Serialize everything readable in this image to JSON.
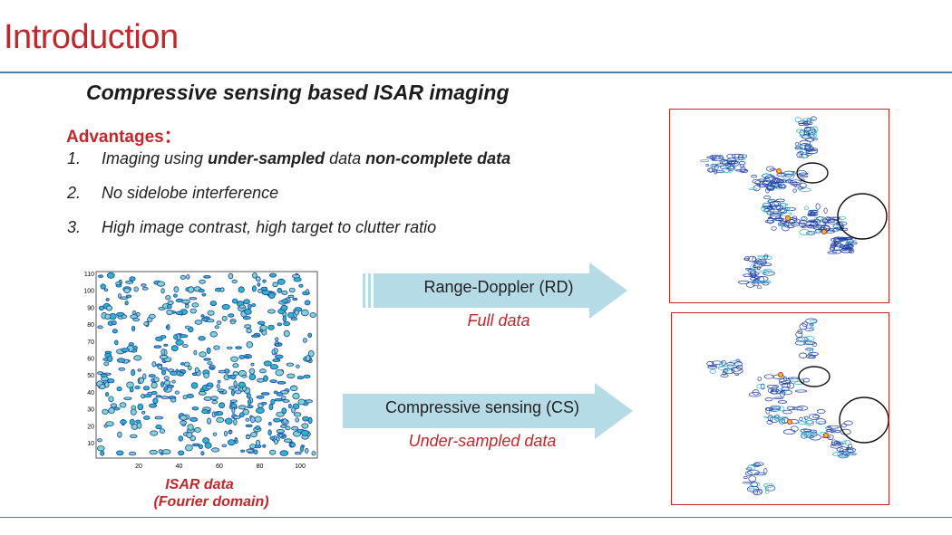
{
  "slide": {
    "title": "Introduction",
    "subtitle": "Compressive sensing based ISAR imaging",
    "advantages_heading": "Advantages：",
    "advantages": [
      {
        "num": "1.",
        "parts": [
          {
            "text": "Imaging using ",
            "bold": false
          },
          {
            "text": "under-sampled",
            "bold": true
          },
          {
            "text": " data ",
            "bold": false
          },
          {
            "text": "non-complete data",
            "bold": true
          }
        ]
      },
      {
        "num": "2.",
        "parts": [
          {
            "text": "No sidelobe interference",
            "bold": false
          }
        ]
      },
      {
        "num": "3.",
        "parts": [
          {
            "text": "High image contrast, high target to clutter ratio",
            "bold": false
          }
        ]
      }
    ],
    "arrows": [
      {
        "label": "Range-Doppler (RD)",
        "sub": "Full data"
      },
      {
        "label": "Compressive sensing (CS)",
        "sub": "Under-sampled data"
      }
    ],
    "caption_line1": "ISAR data",
    "caption_line2": "(Fourier domain)"
  },
  "colors": {
    "title": "#c0282c",
    "rule": "#4a7ba8",
    "arrow": "#b5dbe6",
    "contour_blue": "#1f3fa8",
    "contour_cyan": "#2fb5c8"
  },
  "isar_plot": {
    "y_ticks": [
      "110",
      "100",
      "90",
      "80",
      "70",
      "60",
      "50",
      "40",
      "30",
      "20",
      "10"
    ],
    "x_ticks": [
      "20",
      "40",
      "60",
      "80",
      "100"
    ]
  }
}
